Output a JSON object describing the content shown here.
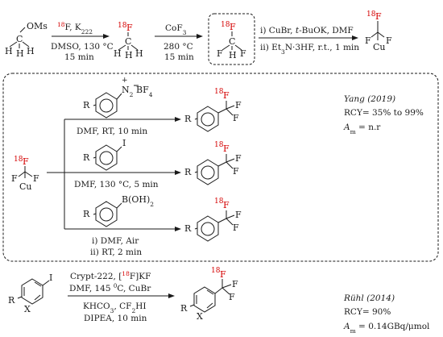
{
  "step1": {
    "reagent_iso": "18",
    "reagent_el": "F",
    "reagent_rest": ", K",
    "reagent_sub": "222",
    "cond_line1": "DMSO, 130 °C",
    "cond_line2": "15 min",
    "leaving_group": "OMs"
  },
  "step2": {
    "reagent_main": "CoF",
    "reagent_sub": "3",
    "cond_line1": "280 °C",
    "cond_line2": "15 min"
  },
  "step3": {
    "line1": "i) CuBr, t-BuOK, DMF",
    "line2_pre": "ii) Et",
    "line2_sub": "3",
    "line2_post": "N·3HF, r.t., 1 min"
  },
  "atoms": {
    "C": "C",
    "H": "H",
    "F": "F",
    "Cu": "Cu",
    "R": "R",
    "X": "X",
    "I": "I",
    "iso18": "18"
  },
  "substrates": {
    "diazonium_n": "N",
    "diazonium_sub": "2",
    "diazonium_plus": "+",
    "diazonium_counter": "BF",
    "diazonium_counter_sub": "4",
    "boronic": "B(OH)",
    "boronic_sub": "2"
  },
  "branches": {
    "b1": "DMF, RT, 10 min",
    "b2": "DMF, 130 °C, 5 min",
    "b3_line1": "i) DMF, Air",
    "b3_line2": "ii) RT, 2 min"
  },
  "ref1": {
    "author": "Yang (2019)",
    "rcy": "RCY= 35% to 99%",
    "am_label": "A",
    "am_sub": "m",
    "am_value": " = n.r"
  },
  "bottom": {
    "line1_pre": "Crypt-222, [",
    "line1_iso": "18",
    "line1_post": "F]KF",
    "line2_pre": "DMF, 145 ",
    "line2_sup": "0",
    "line2_post": "C, CuBr",
    "line3_pre": "KHCO",
    "line3_sub": "3",
    "line3_post": ", CF",
    "line3_sub2": "2",
    "line3_end": "HI",
    "line4": "DIPEA, 10 min"
  },
  "ref2": {
    "author": "Rühl (2014)",
    "rcy": "RCY= 90%",
    "am_label": "A",
    "am_sub": "m",
    "am_value": " = 0.14GBq/μmol"
  },
  "colors": {
    "isotope": "#d40000",
    "ink": "#1a1a1a"
  }
}
